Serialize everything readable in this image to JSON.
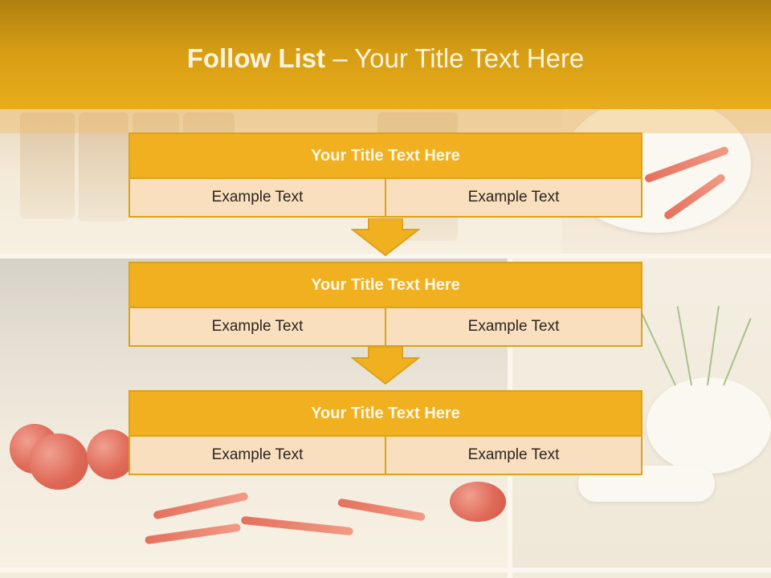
{
  "header": {
    "title_bold": "Follow List",
    "title_rest": " – Your Title Text Here"
  },
  "steps": [
    {
      "title": "Your Title Text Here",
      "left": "Example Text",
      "right": "Example Text"
    },
    {
      "title": "Your Title Text Here",
      "left": "Example Text",
      "right": "Example Text"
    },
    {
      "title": "Your Title Text Here",
      "left": "Example Text",
      "right": "Example Text"
    }
  ],
  "colors": {
    "header_dark": "#b08010",
    "accent": "#f0b020",
    "border": "#dba21a",
    "cell_fill": "#f9dfbd",
    "title_text": "#fdf4df"
  },
  "icons": {
    "connector": "down-arrow-icon"
  }
}
